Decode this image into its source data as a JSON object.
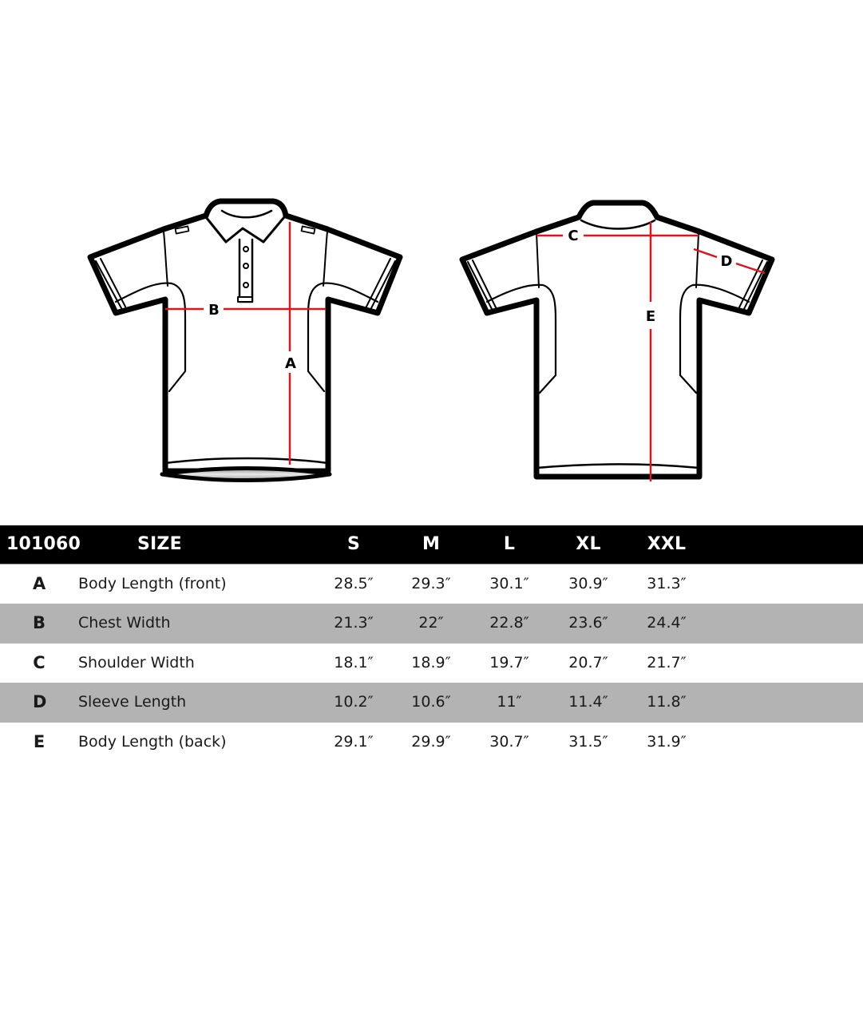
{
  "colors": {
    "outline": "#000000",
    "measure_line": "#e0141b",
    "header_bg": "#000000",
    "header_text": "#ffffff",
    "shaded_row": "#b3b3b3"
  },
  "diagram": {
    "front": {
      "view": "front",
      "labels": {
        "chest": "B",
        "body_length_front": "A"
      }
    },
    "back": {
      "view": "back",
      "labels": {
        "shoulder": "C",
        "sleeve": "D",
        "body_length_back": "E"
      }
    }
  },
  "table": {
    "style_number": "101060",
    "size_header": "SIZE",
    "sizes": [
      "S",
      "M",
      "L",
      "XL",
      "XXL"
    ],
    "rows": [
      {
        "code": "A",
        "label": "Body Length (front)",
        "values": [
          "28.5″",
          "29.3″",
          "30.1″",
          "30.9″",
          "31.3″"
        ],
        "shaded": false
      },
      {
        "code": "B",
        "label": "Chest Width",
        "values": [
          "21.3″",
          "22″",
          "22.8″",
          "23.6″",
          "24.4″"
        ],
        "shaded": true
      },
      {
        "code": "C",
        "label": "Shoulder Width",
        "values": [
          "18.1″",
          "18.9″",
          "19.7″",
          "20.7″",
          "21.7″"
        ],
        "shaded": false
      },
      {
        "code": "D",
        "label": "Sleeve Length",
        "values": [
          "10.2″",
          "10.6″",
          "11″",
          "11.4″",
          "11.8″"
        ],
        "shaded": true
      },
      {
        "code": "E",
        "label": "Body Length (back)",
        "values": [
          "29.1″",
          "29.9″",
          "30.7″",
          "31.5″",
          "31.9″"
        ],
        "shaded": false
      }
    ]
  }
}
